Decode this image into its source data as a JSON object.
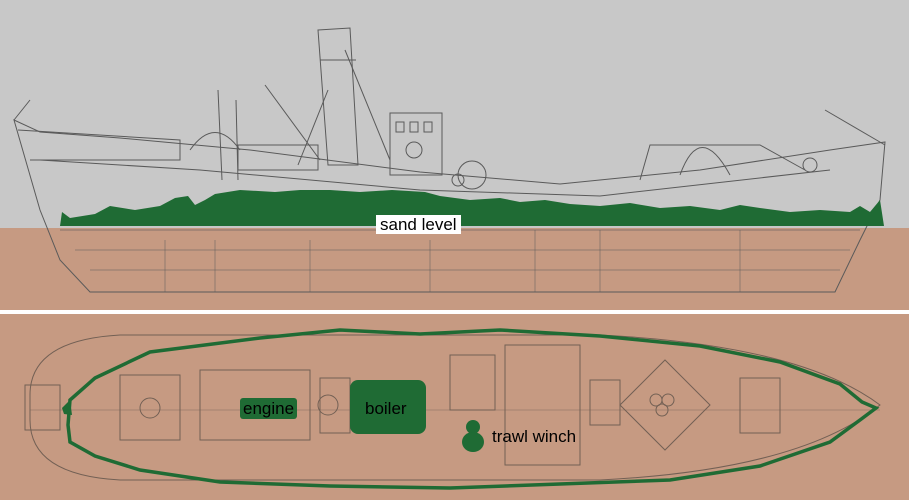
{
  "labels": {
    "sand_level": "sand level",
    "engine": "engine",
    "boiler": "boiler",
    "trawl_winch": "trawl winch"
  },
  "colors": {
    "sky": "#c8c8c8",
    "sand": "#c69a82",
    "overlay_green": "#1f6b34",
    "divider": "#ffffff",
    "linework": "#5a5a5a"
  }
}
